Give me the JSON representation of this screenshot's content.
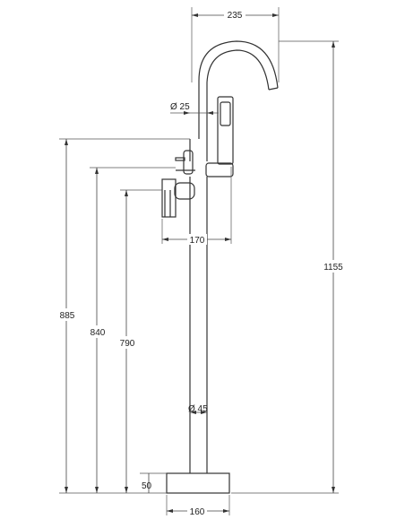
{
  "dimensions": {
    "spout_reach": "235",
    "total_height": "1155",
    "height_885": "885",
    "height_840": "840",
    "height_790": "790",
    "handle_spread": "170",
    "spout_diameter": "Ø 25",
    "column_diameter": "Ø 45",
    "base_height": "50",
    "base_width": "160"
  }
}
